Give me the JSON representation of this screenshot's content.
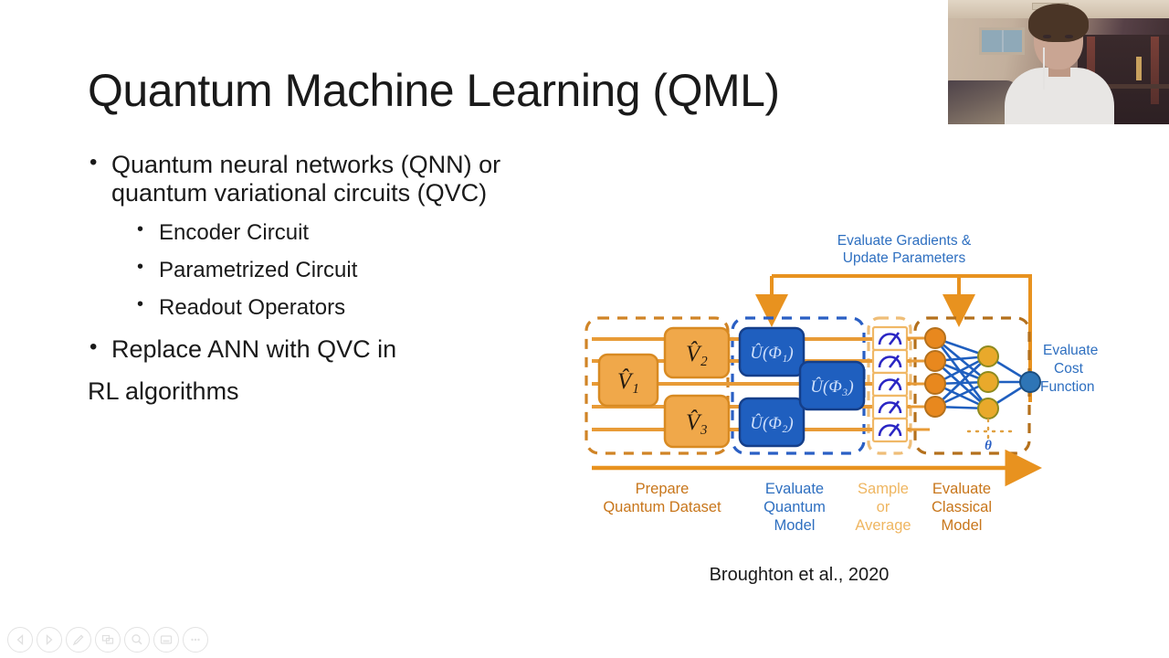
{
  "slide": {
    "title": "Quantum Machine Learning (QML)",
    "bullets": [
      {
        "level": 1,
        "text": "Quantum neural networks (QNN) or quantum variational circuits (QVC)"
      },
      {
        "level": 2,
        "text": "Encoder Circuit"
      },
      {
        "level": 2,
        "text": "Parametrized Circuit"
      },
      {
        "level": 2,
        "text": "Readout Operators"
      },
      {
        "level": 1,
        "text": "Replace ANN with QVC in"
      },
      {
        "level": 1,
        "bullet": false,
        "text": "RL algorithms"
      }
    ]
  },
  "figure": {
    "caption": "Broughton et al., 2020",
    "feedback_label_line1": "Evaluate Gradients &",
    "feedback_label_line2": "Update Parameters",
    "cost_label_line1": "Evaluate",
    "cost_label_line2": "Cost",
    "cost_label_line3": "Function",
    "theta_label": "θ",
    "gates": {
      "v1": "V̂₁",
      "v2": "V̂₂",
      "v3": "V̂₃",
      "u1": "Û(Φ₁)",
      "u2": "Û(Φ₂)",
      "u3": "Û(Φ₃)"
    },
    "stages": [
      {
        "id": "prepare",
        "lines": [
          "Prepare",
          "Quantum Dataset"
        ],
        "color": "#C8761B"
      },
      {
        "id": "evaluate-quantum",
        "lines": [
          "Evaluate",
          "Quantum",
          "Model"
        ],
        "color": "#2E6FC0"
      },
      {
        "id": "sample-average",
        "lines": [
          "Sample",
          "or",
          "Average"
        ],
        "color": "#EFB661"
      },
      {
        "id": "evaluate-classical",
        "lines": [
          "Evaluate",
          "Classical",
          "Model"
        ],
        "color": "#C8761B"
      }
    ],
    "colors": {
      "orange_gate": "#F0A84A",
      "orange_gate_border": "#D88A22",
      "blue_gate": "#1F5FBF",
      "blue_gate_border": "#153F8A",
      "wire": "#E89B37",
      "dashed_orange": "#D08426",
      "dashed_blue": "#2A5FC4",
      "dashed_tan": "#EFBE78",
      "node_input": "#E8881E",
      "node_hidden": "#E9A92B",
      "node_output": "#2E75B6",
      "edge_blue": "#1F5FBF",
      "label_blue": "#2E6FC0",
      "meter_blue": "#2A26C4"
    }
  },
  "webcam": {
    "name": "presenter-webcam-overlay"
  },
  "toolbar": {
    "items": [
      {
        "icon": "previous-slide-icon",
        "label": "Previous"
      },
      {
        "icon": "next-slide-icon",
        "label": "Next"
      },
      {
        "icon": "pen-annotation-icon",
        "label": "Pen"
      },
      {
        "icon": "all-slides-grid-icon",
        "label": "See all slides"
      },
      {
        "icon": "zoom-magnifier-icon",
        "label": "Zoom in"
      },
      {
        "icon": "presenter-screen-icon",
        "label": "Screen options"
      },
      {
        "icon": "more-options-icon",
        "label": "More options"
      }
    ]
  }
}
